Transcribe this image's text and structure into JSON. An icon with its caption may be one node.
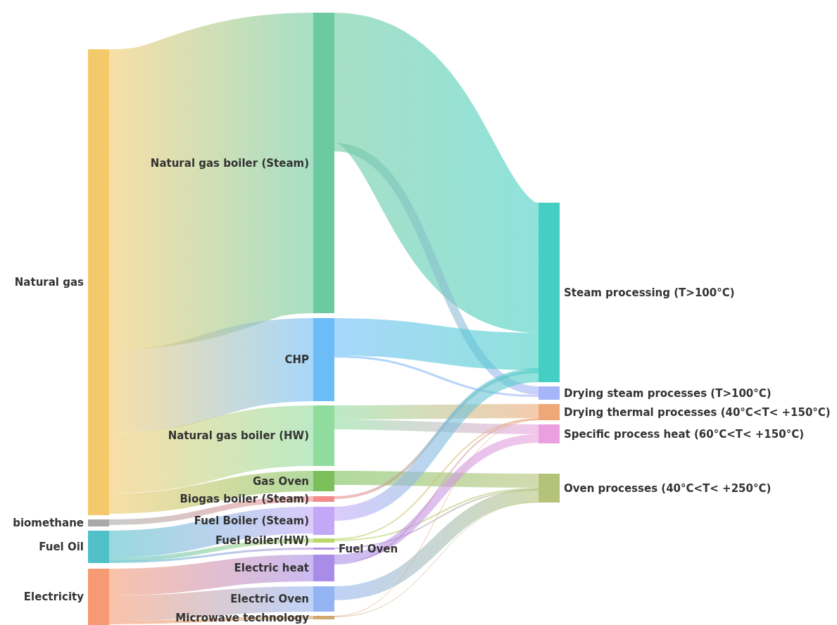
{
  "diagram": {
    "nodes": [
      {
        "text": [
          "Natural gas"
        ]
      },
      {
        "text": [
          "biomethane"
        ]
      },
      {
        "text": [
          "Fuel Oil"
        ]
      },
      {
        "text": [
          "Electricity"
        ]
      },
      {
        "text": [
          "Natural gas boiler (Steam)"
        ]
      },
      {
        "text": [
          "CHP"
        ]
      },
      {
        "text": [
          "Natural gas boiler (HW)"
        ]
      },
      {
        "text": [
          "Gas Oven"
        ]
      },
      {
        "text": [
          "Biogas boiler (Steam)"
        ]
      },
      {
        "text": [
          "Fuel Boiler (Steam)"
        ]
      },
      {
        "text": [
          "Fuel Boiler(HW)"
        ]
      },
      {
        "text": [
          "Fuel Oven"
        ]
      },
      {
        "text": [
          "Electric heat"
        ]
      },
      {
        "text": [
          "Electric Oven"
        ]
      },
      {
        "text": [
          "Microwave technology"
        ]
      },
      {
        "text": [
          "Steam processing (T>100°C)"
        ]
      },
      {
        "text": [
          "Drying steam processes (T>100°C)"
        ]
      },
      {
        "text": [
          "Drying thermal processes (40°C<T< +150°C)"
        ]
      },
      {
        "text": [
          "Specific process heat (60°C<T< +150°C)"
        ]
      },
      {
        "text": [
          "Oven processes (40°C<T< +250°C)"
        ]
      }
    ],
    "edges": [
      {
        "from": 0,
        "to": 4,
        "arrow": "none"
      },
      {
        "from": 0,
        "to": 5,
        "arrow": "none"
      },
      {
        "from": 0,
        "to": 6,
        "arrow": "none"
      },
      {
        "from": 0,
        "to": 7,
        "arrow": "none"
      },
      {
        "from": 1,
        "to": 8,
        "arrow": "none"
      },
      {
        "from": 2,
        "to": 9,
        "arrow": "none"
      },
      {
        "from": 2,
        "to": 10,
        "arrow": "none"
      },
      {
        "from": 2,
        "to": 11,
        "arrow": "none"
      },
      {
        "from": 3,
        "to": 12,
        "arrow": "none"
      },
      {
        "from": 3,
        "to": 13,
        "arrow": "none"
      },
      {
        "from": 3,
        "to": 14,
        "arrow": "none"
      },
      {
        "from": 4,
        "to": 15,
        "arrow": "none"
      },
      {
        "from": 4,
        "to": 16,
        "arrow": "none"
      },
      {
        "from": 5,
        "to": 15,
        "arrow": "none"
      },
      {
        "from": 5,
        "to": 16,
        "arrow": "none"
      },
      {
        "from": 6,
        "to": 17,
        "arrow": "none"
      },
      {
        "from": 6,
        "to": 18,
        "arrow": "none"
      },
      {
        "from": 7,
        "to": 19,
        "arrow": "none"
      },
      {
        "from": 8,
        "to": 15,
        "arrow": "none"
      },
      {
        "from": 9,
        "to": 15,
        "arrow": "none"
      },
      {
        "from": 10,
        "to": 17,
        "arrow": "none"
      },
      {
        "from": 10,
        "to": 19,
        "arrow": "none"
      },
      {
        "from": 11,
        "to": 19,
        "arrow": "none"
      },
      {
        "from": 12,
        "to": 18,
        "arrow": "none"
      },
      {
        "from": 12,
        "to": 17,
        "arrow": "none"
      },
      {
        "from": 13,
        "to": 19,
        "arrow": "none"
      },
      {
        "from": 14,
        "to": 17,
        "arrow": "none"
      },
      {
        "from": 14,
        "to": 19,
        "arrow": "none"
      }
    ]
  }
}
